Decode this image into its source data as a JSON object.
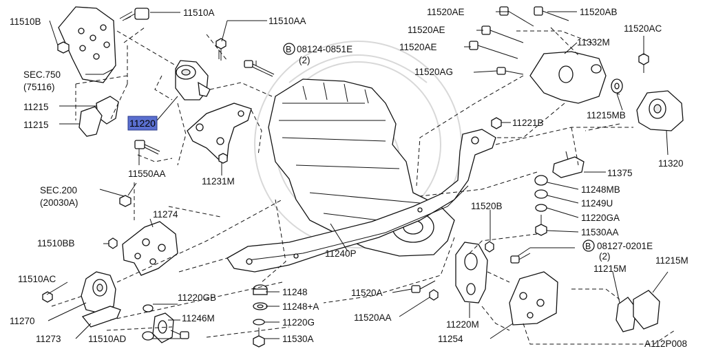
{
  "labels": {
    "p11510B": "11510B",
    "p11510A": "11510A",
    "p11510AA": "11510AA",
    "p08124": "08124-0851E",
    "p08124q": "(2)",
    "sec750": "SEC.750",
    "sec750sub": "(75116)",
    "p11215a": "11215",
    "p11215b": "11215",
    "p11220": "11220",
    "p11550AA": "11550AA",
    "p11231M": "11231M",
    "sec200": "SEC.200",
    "sec200sub": "(20030A)",
    "p11274": "11274",
    "p11510BB": "11510BB",
    "p11510AC": "11510AC",
    "p11270": "11270",
    "p11273": "11273",
    "p11220GB": "11220GB",
    "p11246M": "11246M",
    "p11510AD": "11510AD",
    "p11248": "11248",
    "p11248A": "11248+A",
    "p11220G": "11220G",
    "p11530A": "11530A",
    "p11240P": "11240P",
    "p11520A": "11520A",
    "p11520AA": "11520AA",
    "p11220M": "11220M",
    "p11254": "11254",
    "p11520B": "11520B",
    "p08127": "08127-0201E",
    "p08127q": "(2)",
    "p11215Ma": "11215M",
    "p11215Mb": "11215M",
    "p11520AE1": "11520AE",
    "p11520AE2": "11520AE",
    "p11520AE3": "11520AE",
    "p11520AB": "11520AB",
    "p11520AG": "11520AG",
    "p11332M": "11332M",
    "p11520AC": "11520AC",
    "p11215MB": "11215MB",
    "p11320": "11320",
    "p11221B": "11221B",
    "p11375": "11375",
    "p11248MB": "11248MB",
    "p11249U": "11249U",
    "p11220GA": "11220GA",
    "p11530AA": "11530AA",
    "bMark": "B",
    "figId": "A112P008"
  }
}
